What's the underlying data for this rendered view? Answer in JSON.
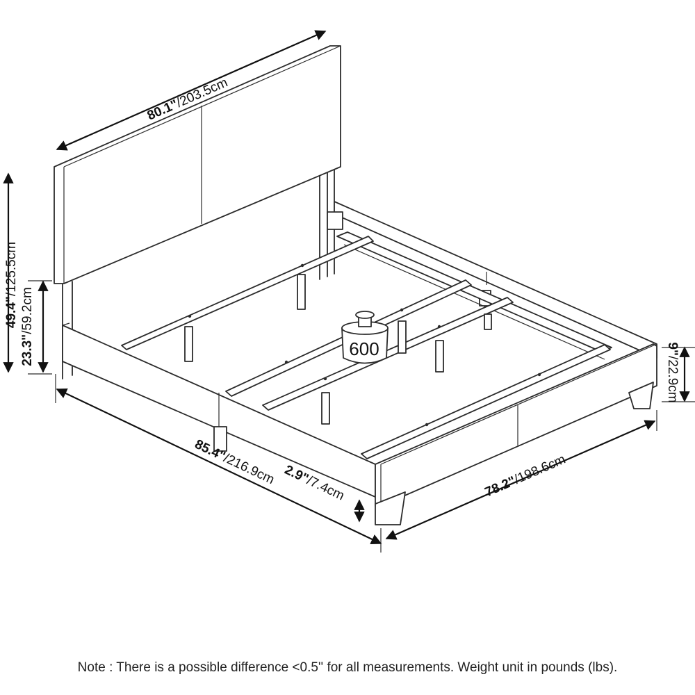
{
  "diagram": {
    "subject": "bed-frame",
    "colors": {
      "line": "#2b2b2b",
      "text": "#111111",
      "background": "#ffffff"
    },
    "dimensions": {
      "headboard_width": {
        "value": "80.1",
        "unit_mark": "\"",
        "metric": "/203.5cm"
      },
      "total_height": {
        "value": "49.4",
        "unit_mark": "\"",
        "metric": "/125.5cm"
      },
      "headboard_height": {
        "value": "23.3",
        "unit_mark": "\"",
        "metric": "/59.2cm"
      },
      "frame_length": {
        "value": "85.4",
        "unit_mark": "\"",
        "metric": "/216.9cm"
      },
      "leg_height": {
        "value": "2.9",
        "unit_mark": "\"",
        "metric": "/7.4cm"
      },
      "frame_width": {
        "value": "78.2",
        "unit_mark": "\"",
        "metric": "/198.6cm"
      },
      "rail_height": {
        "value": "9",
        "unit_mark": "\"",
        "metric": "/22.9cm"
      }
    },
    "weight_capacity": {
      "value": "600",
      "icon": "weight-icon"
    }
  },
  "note": "Note : There is a possible difference <0.5'' for all measurements. Weight unit in pounds (lbs)."
}
